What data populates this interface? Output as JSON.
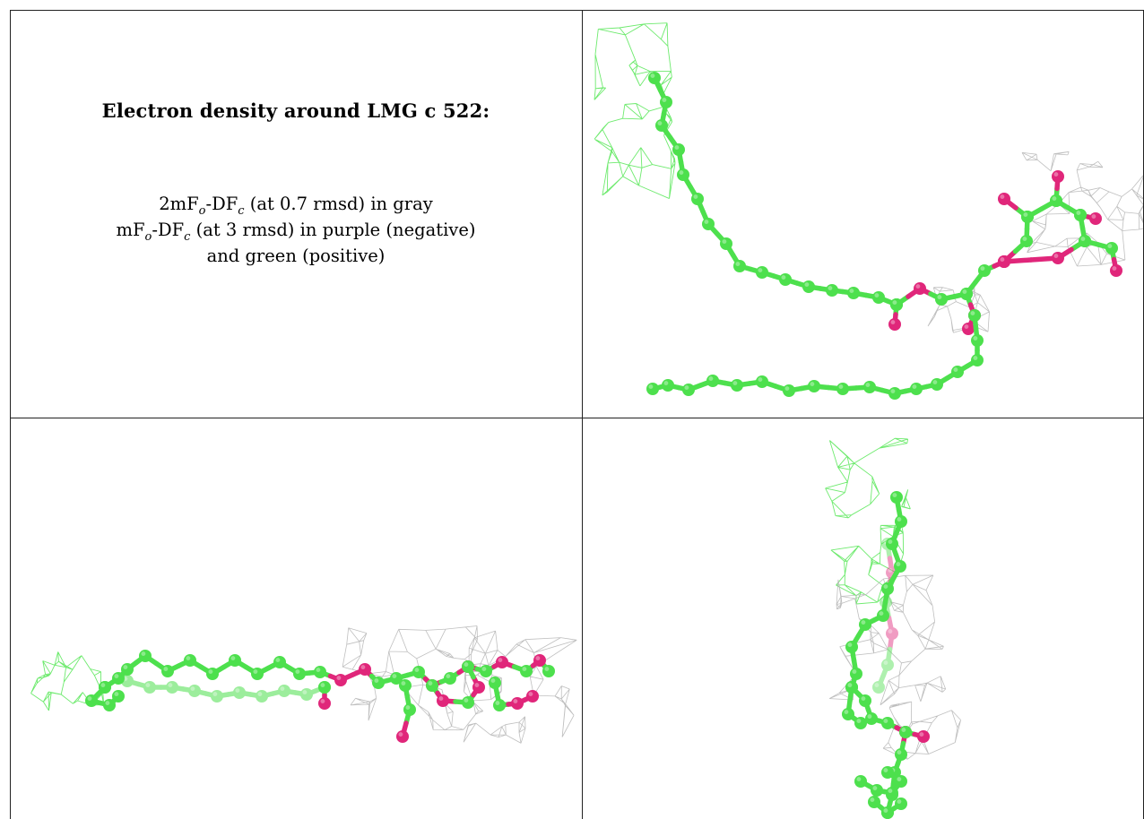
{
  "heading": "Electron density around LMG c 522:",
  "legend": {
    "line1": {
      "pre": "2mF",
      "s1": "o",
      "mid": "-DF",
      "s2": "c",
      "post": " (at 0.7 rmsd) in gray"
    },
    "line2": {
      "pre": "mF",
      "s1": "o",
      "mid": "-DF",
      "s2": "c",
      "post": " (at 3 rmsd) in purple (negative)"
    },
    "line3": "and green (positive)"
  },
  "colors": {
    "carbon": "#4de04d",
    "oxygen": "#e0267a",
    "density_2fofc": "#b8b8b8",
    "density_positive": "#5ee85e",
    "border": "#222222"
  },
  "views": [
    {
      "name": "view-top-right",
      "description_icon": "molecule-ball-and-stick"
    },
    {
      "name": "view-bottom-left",
      "description_icon": "molecule-ball-and-stick"
    },
    {
      "name": "view-bottom-right",
      "description_icon": "molecule-ball-and-stick"
    }
  ]
}
